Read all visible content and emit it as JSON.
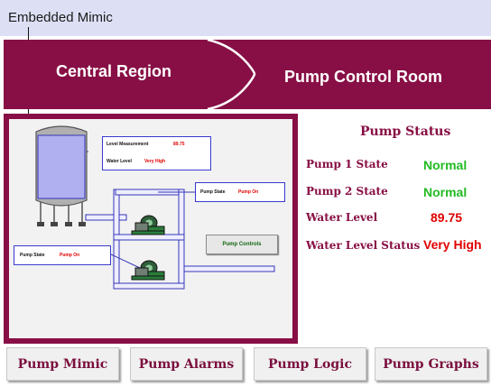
{
  "callout": {
    "label": "Embedded Mimic"
  },
  "header": {
    "region_title": "Central Region",
    "room_title": "Pump Control Room"
  },
  "mimic": {
    "level_measurement_label": "Level Measurement",
    "level_measurement_value": "89.75",
    "water_level_label": "Water Level",
    "water_level_value": "Very High",
    "pump1_state_label": "Pump State",
    "pump1_state_value": "Pump On",
    "pump2_state_label": "Pump State",
    "pump2_state_value": "Pump On",
    "pump_controls_button": "Pump Controls"
  },
  "status": {
    "title": "Pump Status",
    "rows": [
      {
        "label": "Pump 1 State",
        "value": "Normal"
      },
      {
        "label": "Pump 2 State",
        "value": "Normal"
      },
      {
        "label": "Water Level",
        "value": "89.75"
      },
      {
        "label": "Water Level Status",
        "value": "Very High"
      }
    ]
  },
  "nav": {
    "buttons": [
      {
        "label": "Pump Mimic"
      },
      {
        "label": "Pump Alarms"
      },
      {
        "label": "Pump Logic"
      },
      {
        "label": "Pump Graphs"
      }
    ]
  },
  "colors": {
    "brand": "#880f45",
    "normal": "#22bb22",
    "alarm": "#e00000",
    "header_background": "#dde0f5",
    "pipe": "#3535b8"
  }
}
